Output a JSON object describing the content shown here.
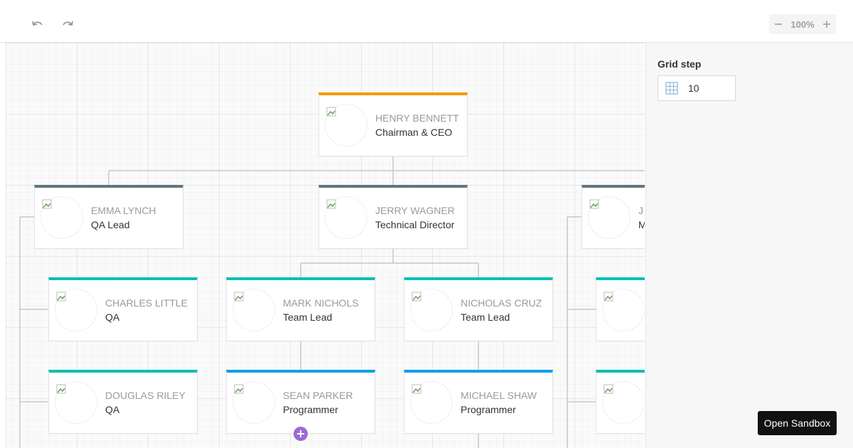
{
  "toolbar": {
    "undo_icon": "undo-icon",
    "redo_icon": "redo-icon",
    "zoom": {
      "minus_icon": "minus-icon",
      "value": "100%",
      "plus_icon": "plus-icon"
    }
  },
  "side_panel": {
    "grid_step_label": "Grid step",
    "grid_step_value": "10",
    "grid_icon": "grid-icon"
  },
  "colors": {
    "ceo": "#f59a00",
    "lead": "#62757f",
    "qa": "#00c0b3",
    "programmer": "#0aa0e6",
    "add_button": "#9b6ad2"
  },
  "cards": [
    {
      "name": "HENRY BENNETT",
      "role": "Chairman & CEO"
    },
    {
      "name": "EMMA LYNCH",
      "role": "QA Lead"
    },
    {
      "name": "JERRY WAGNER",
      "role": "Technical Director"
    },
    {
      "name": "J",
      "role": "M"
    },
    {
      "name": "CHARLES LITTLE",
      "role": "QA"
    },
    {
      "name": "MARK NICHOLS",
      "role": "Team Lead"
    },
    {
      "name": "NICHOLAS CRUZ",
      "role": "Team Lead"
    },
    {
      "name": "",
      "role": ""
    },
    {
      "name": "DOUGLAS RILEY",
      "role": "QA"
    },
    {
      "name": "SEAN PARKER",
      "role": "Programmer"
    },
    {
      "name": "MICHAEL SHAW",
      "role": "Programmer"
    },
    {
      "name": "",
      "role": ""
    }
  ],
  "sandbox_button": "Open Sandbox"
}
